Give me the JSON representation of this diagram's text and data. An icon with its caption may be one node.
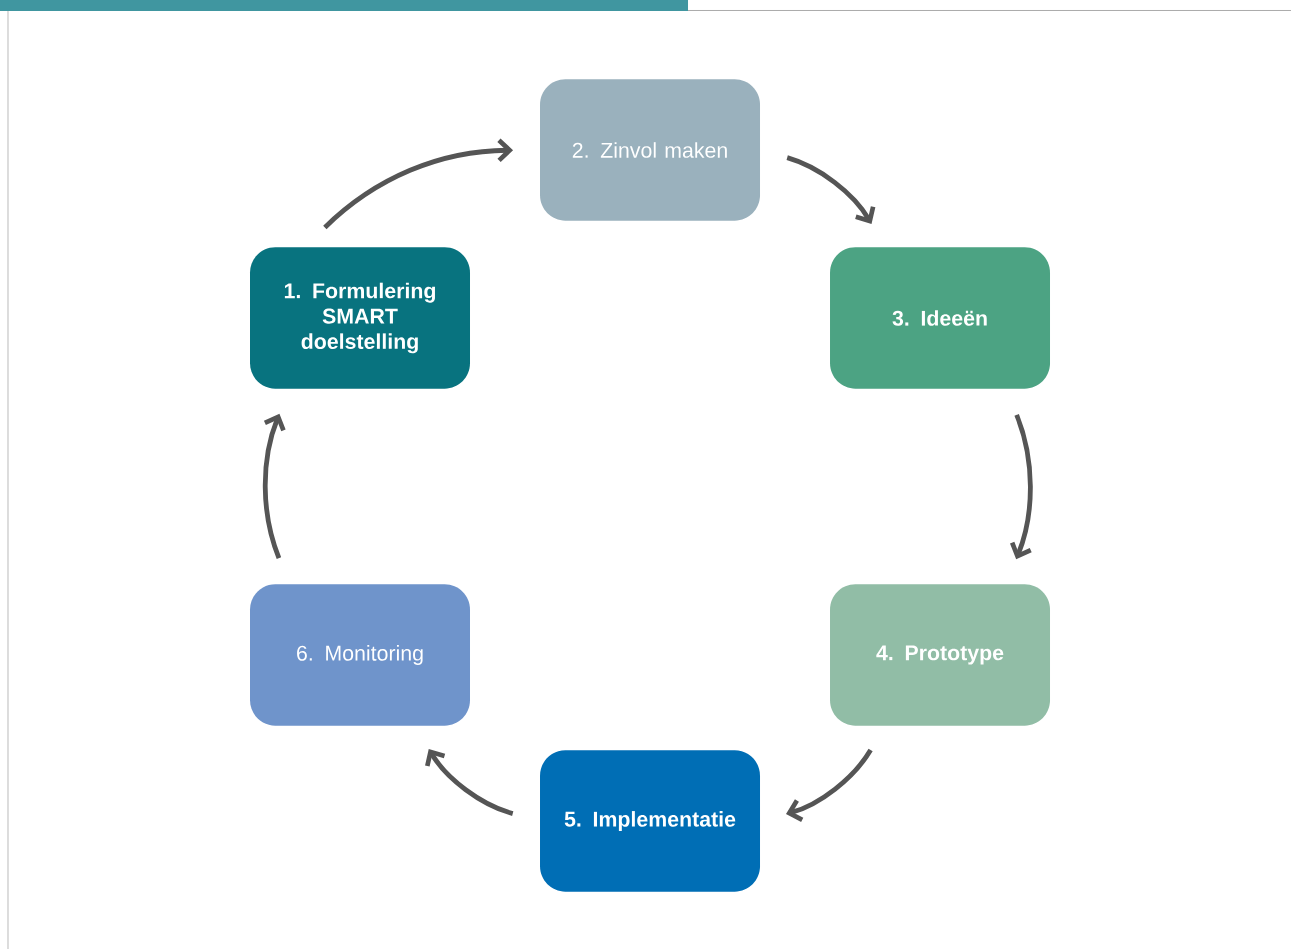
{
  "diagram": {
    "nodes": [
      {
        "text": [
          "1. Formulering SMART doelstelling"
        ]
      },
      {
        "text": [
          "2. Zinvol maken"
        ]
      },
      {
        "text": [
          "3. Ideeën"
        ]
      },
      {
        "text": [
          "4. Prototype"
        ]
      },
      {
        "text": [
          "5. Implementatie"
        ]
      },
      {
        "text": [
          "6. Monitoring"
        ]
      }
    ],
    "edges": [
      {
        "from": 0,
        "to": 1,
        "arrow": "to"
      },
      {
        "from": 1,
        "to": 2,
        "arrow": "to"
      },
      {
        "from": 2,
        "to": 3,
        "arrow": "to"
      },
      {
        "from": 3,
        "to": 4,
        "arrow": "to"
      },
      {
        "from": 4,
        "to": 5,
        "arrow": "to"
      },
      {
        "from": 5,
        "to": 0,
        "arrow": "to"
      }
    ]
  }
}
